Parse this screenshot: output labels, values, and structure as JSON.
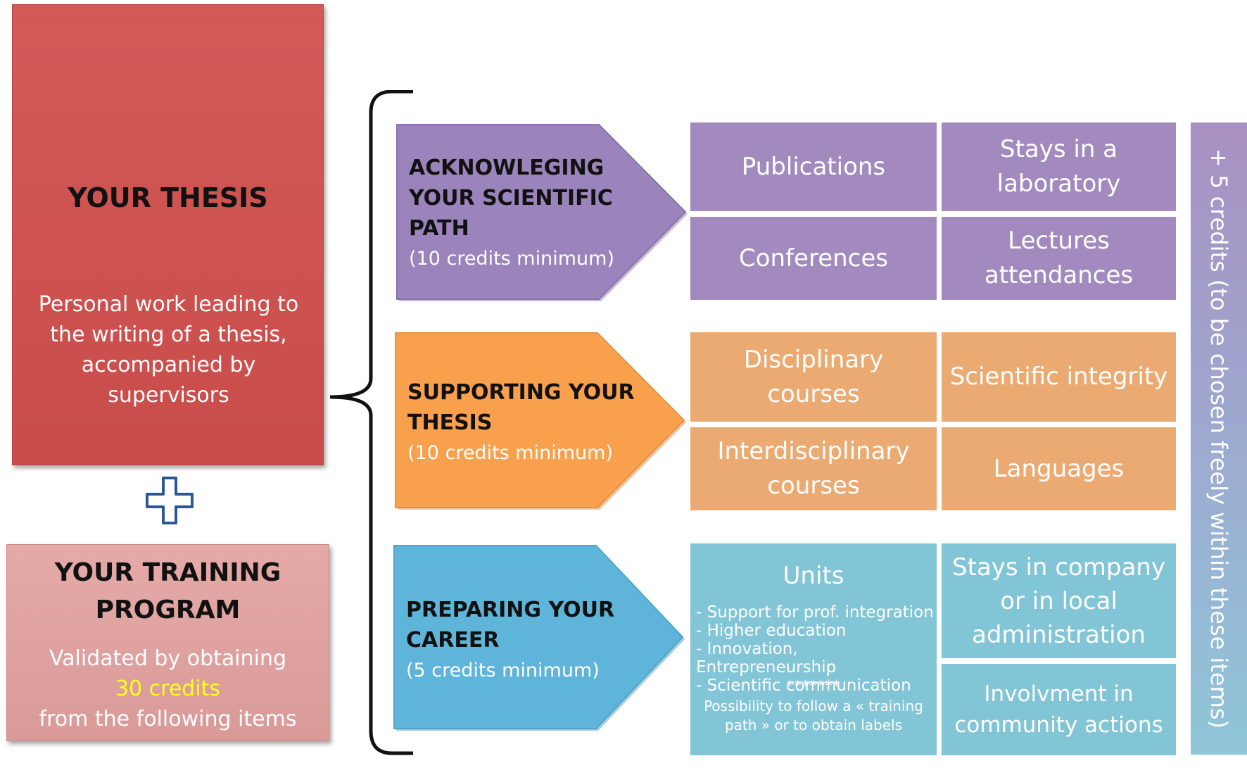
{
  "thesis": {
    "title": "YOUR THESIS",
    "desc_lines": [
      "Personal work leading to",
      "the writing of a thesis,",
      "accompanied by",
      "supervisors"
    ]
  },
  "plus_icon": "plus-icon",
  "training": {
    "title_lines": [
      "YOUR TRAINING",
      "PROGRAM"
    ],
    "line1": "Validated by obtaining",
    "credits": "30 credits",
    "line3": "from the following items"
  },
  "arrows": [
    {
      "lines": [
        "ACKNOWLEGING",
        "YOUR SCIENTIFIC",
        "PATH"
      ],
      "min": "(10 credits minimum)",
      "color": "#9b84bb"
    },
    {
      "lines": [
        "SUPPORTING YOUR",
        "THESIS"
      ],
      "min": "(10 credits minimum)",
      "color": "#f9a04c"
    },
    {
      "lines": [
        "PREPARING YOUR",
        "CAREER"
      ],
      "min": "(5 credits minimum)",
      "color": "#5fb5d9"
    }
  ],
  "path_items": [
    "Publications",
    "Stays in a laboratory",
    "Conferences",
    "Lectures attendances"
  ],
  "support_items": [
    "Disciplinary courses",
    "Scientific integrity",
    "Interdisciplinary courses",
    "Languages"
  ],
  "career": {
    "units_title": "Units",
    "units_list": [
      "- Support for prof. integration",
      "- Higher education",
      "- Innovation, Entrepreneurship",
      "- Scientific communication"
    ],
    "separator": "*******",
    "note_lines": [
      "Possibility to follow a « training",
      "path » or to obtain labels"
    ],
    "stays": "Stays in company or in local administration",
    "involvement": "Involvment in community actions"
  },
  "side_note": "+ 5 credits (to be chosen freely within these items)"
}
